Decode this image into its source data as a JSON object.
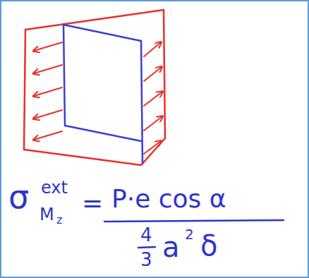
{
  "diagram": {
    "labels": [
      "σ",
      "ext",
      "M",
      "z",
      "=",
      "P·e cos α",
      "4",
      "3",
      "a",
      "2",
      "δ"
    ]
  }
}
